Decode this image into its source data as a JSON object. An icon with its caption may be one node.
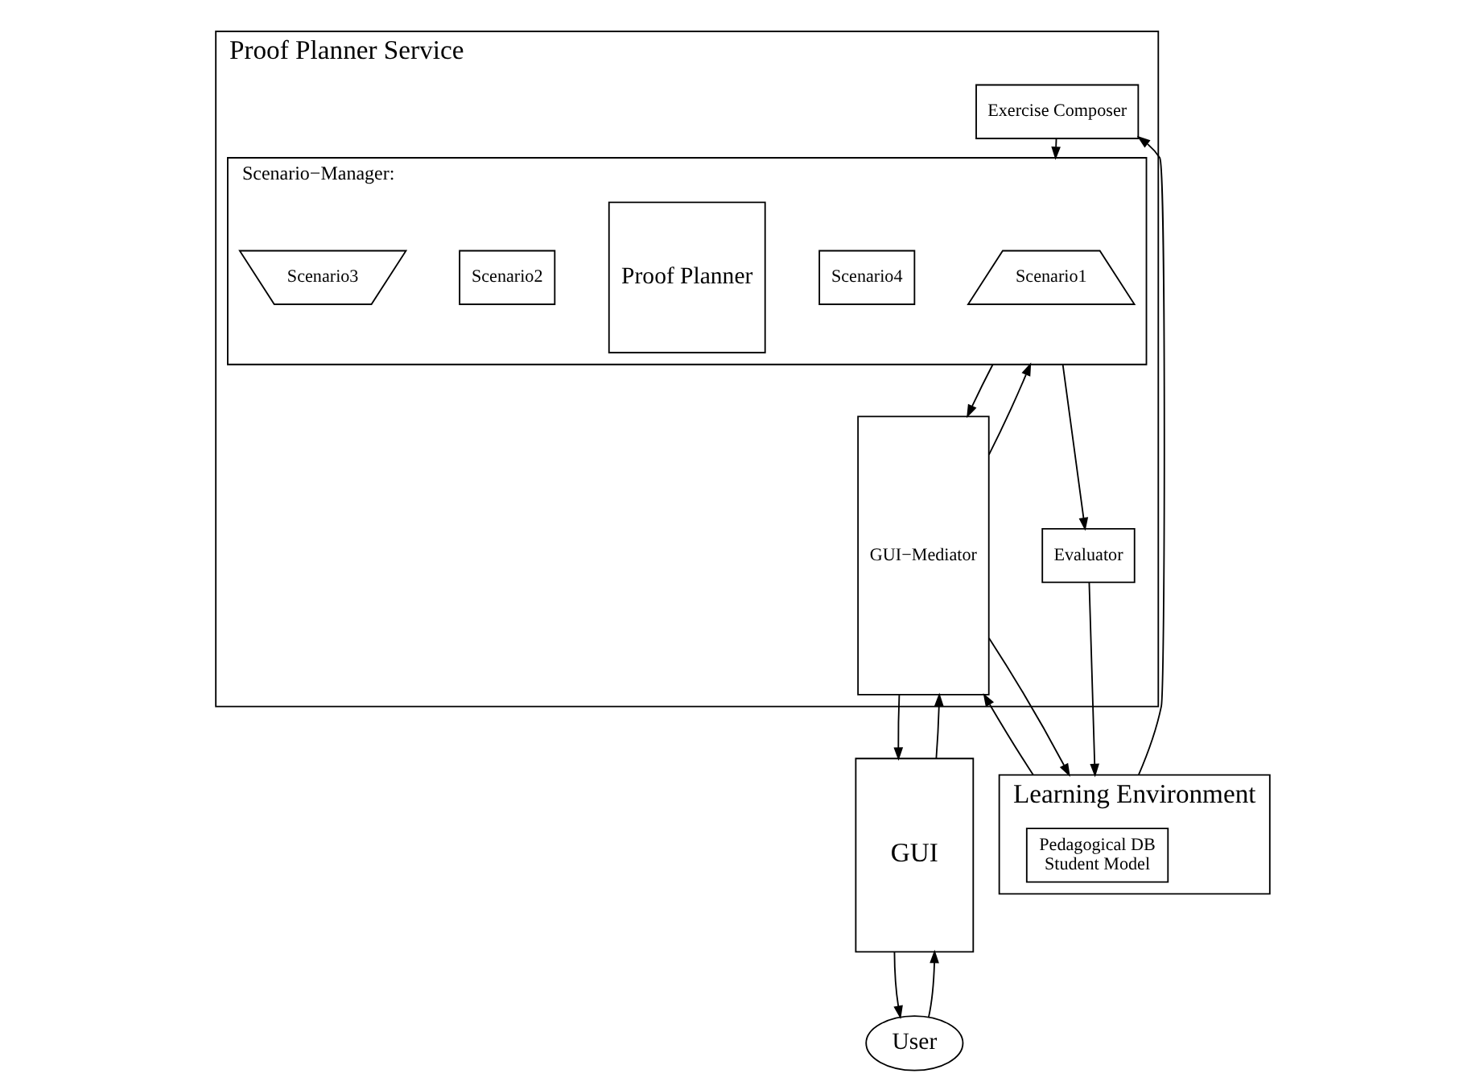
{
  "diagram": {
    "nodes": [
      {
        "text": [
          "Proof Planner Service"
        ]
      },
      {
        "text": [
          "Scenario−Manager:"
        ],
        "in": 0
      },
      {
        "text": [
          "Scenario1"
        ],
        "in": 1
      },
      {
        "text": [
          "Scenario4"
        ],
        "in": 1
      },
      {
        "text": [
          "Proof Planner"
        ],
        "in": 1
      },
      {
        "text": [
          "Scenario2"
        ],
        "in": 1
      },
      {
        "text": [
          "Scenario3"
        ],
        "in": 1
      },
      {
        "text": [
          "GUI−Mediator"
        ],
        "in": 0
      },
      {
        "text": [
          "Evaluator"
        ],
        "in": 0
      },
      {
        "text": [
          "Exercise Composer"
        ],
        "in": 0
      },
      {
        "text": [
          "GUI"
        ]
      },
      {
        "text": [
          "User"
        ]
      },
      {
        "text": [
          "Learning Environment"
        ]
      },
      {
        "text": [
          "Pedagogical DB",
          "Student Model"
        ],
        "in": 12
      }
    ],
    "edges": [
      {
        "from": 1,
        "to": 7,
        "arrow": "to"
      },
      {
        "from": 7,
        "to": 1,
        "arrow": "to"
      },
      {
        "from": 7,
        "to": 10,
        "arrow": "to"
      },
      {
        "from": 10,
        "to": 7,
        "arrow": "to"
      },
      {
        "from": 10,
        "to": 11,
        "arrow": "to"
      },
      {
        "from": 11,
        "to": 10,
        "arrow": "to"
      },
      {
        "from": 1,
        "to": 8,
        "arrow": "to"
      },
      {
        "from": 9,
        "to": 1,
        "arrow": "to"
      },
      {
        "from": 8,
        "to": 12,
        "arrow": "to"
      },
      {
        "from": 12,
        "to": 9,
        "arrow": "to"
      },
      {
        "from": 7,
        "to": 12,
        "arrow": "to"
      },
      {
        "from": 12,
        "to": 7,
        "arrow": "to"
      }
    ]
  }
}
